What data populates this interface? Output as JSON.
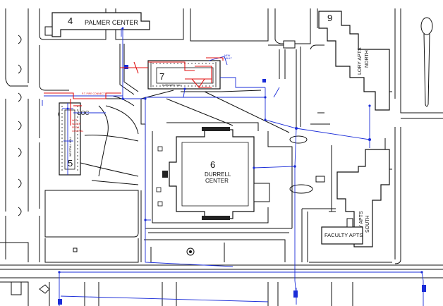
{
  "colors": {
    "background": "#ffffff",
    "outline": "#111111",
    "utility_line": "#1a2cd8",
    "highlight": "#e01010"
  },
  "buildings": {
    "palmer": {
      "number": "4",
      "name": "PALMER CENTER"
    },
    "lory_north": {
      "number": "9",
      "name_line1": "LORY APTS",
      "name_line2": "NORTH"
    },
    "durward": {
      "number": "7",
      "name": "DURWARD HALL"
    },
    "westfall": {
      "number": "5",
      "name": "WESTFALL HALL"
    },
    "durrell": {
      "number": "6",
      "name_line1": "DURRELL",
      "name_line2": "CENTER"
    },
    "lory_south": {
      "name_line1": "LORY APTS",
      "name_line2": "SOUTH"
    },
    "faculty": {
      "name": "FACULTY APTS"
    }
  },
  "callouts": {
    "red_west": "P.T. PIPE CONNECT",
    "vault_loc": "LOC",
    "red_note_1": "HOT",
    "red_note_2": "WATER",
    "red_note_3": "FROM",
    "red_note_4": "CENTRAL",
    "new_vault_1": "NEW",
    "new_vault_2": "VAULT"
  },
  "icons": {
    "manhole": "manhole-icon",
    "valve": "valve-icon"
  }
}
